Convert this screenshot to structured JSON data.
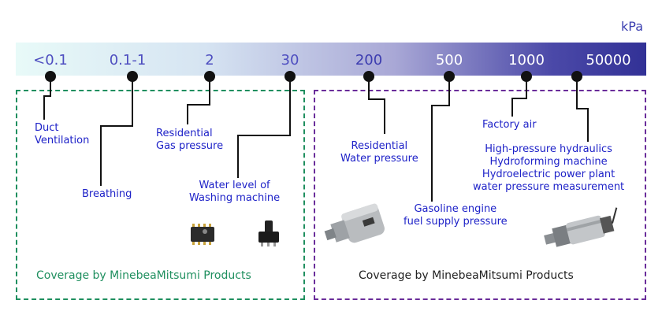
{
  "unit": "kPa",
  "scale_ticks": [
    "<0.1",
    "0.1-1",
    "2",
    "30",
    "200",
    "500",
    "1000",
    "50000"
  ],
  "applications": {
    "duct": [
      "Duct",
      "Ventilation"
    ],
    "breathing": [
      "Breathing"
    ],
    "gas": [
      "Residential",
      "Gas pressure"
    ],
    "washing": [
      "Water level of",
      "Washing machine"
    ],
    "water": [
      "Residential",
      "Water pressure"
    ],
    "gasoline": [
      "Gasoline engine",
      "fuel supply pressure"
    ],
    "factory": [
      "Factory air"
    ],
    "hydraulics": [
      "High-pressure hydraulics",
      "Hydroforming machine",
      "Hydroelectric power plant",
      "water pressure measurement"
    ]
  },
  "coverage_left": "Coverage by MinebeaMitsumi Products",
  "coverage_right": "Coverage by MinebeaMitsumi Products",
  "colors": {
    "label_blue": "#1e22c8",
    "left_box": "#1f8f5f",
    "right_box": "#6a2d9a"
  }
}
